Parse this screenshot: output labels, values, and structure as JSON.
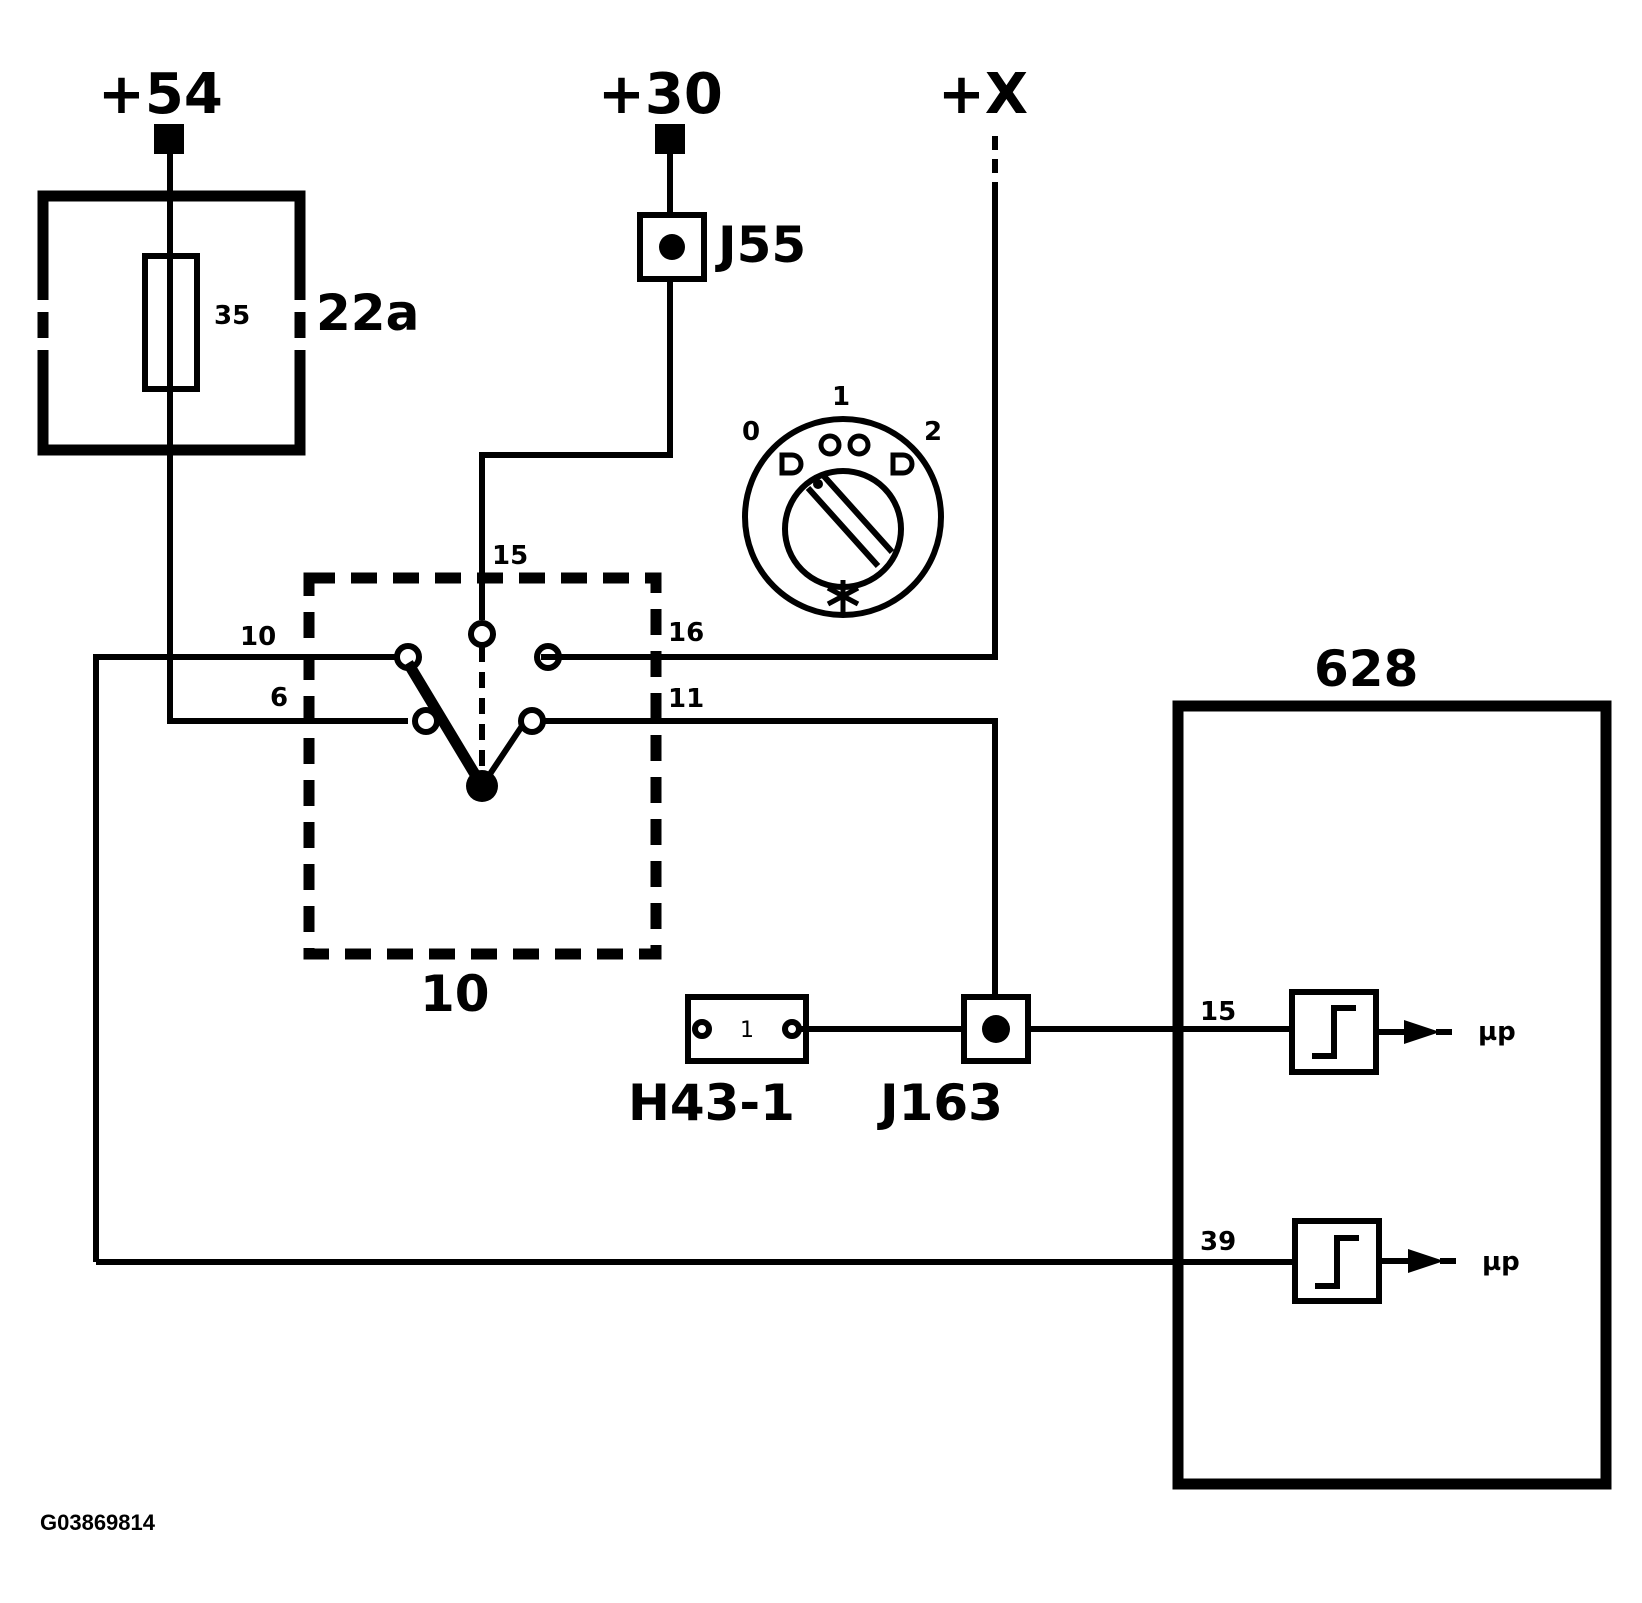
{
  "terminals": {
    "t54": "+54",
    "t30": "+30",
    "tx": "+X"
  },
  "fuse": {
    "label": "22a",
    "rating": "35"
  },
  "connectors": {
    "j55": "J55",
    "j163": "J163",
    "h43": "H43-1",
    "h43_pin": "1"
  },
  "switch": {
    "label": "10",
    "pins": {
      "p10": "10",
      "p6": "6",
      "p15": "15",
      "p16": "16",
      "p11": "11"
    },
    "positions": [
      "0",
      "1",
      "2"
    ]
  },
  "module": {
    "label": "628",
    "pin_top": "15",
    "pin_bottom": "39",
    "output_top": "µp",
    "output_bottom": "µp"
  },
  "figure_id": "G03869814"
}
